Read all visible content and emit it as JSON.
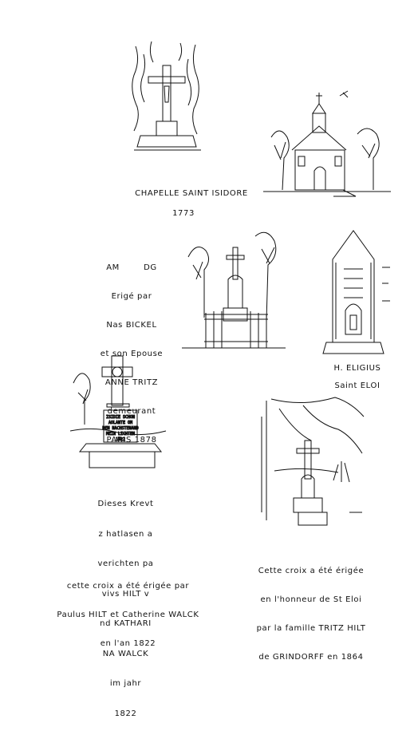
{
  "chapelle": {
    "title": "CHAPELLE SAINT ISIDORE",
    "year": "1773"
  },
  "bickel": {
    "lines": [
      "AM        DG",
      "Erigé par",
      "Nas BICKEL",
      "et son Epouse",
      "ANNE TRITZ",
      "demeurant",
      "PARIS 1878"
    ]
  },
  "eligius": {
    "name": "H. ELIGIUS",
    "subtitle": "Saint ELOI"
  },
  "hilt": {
    "german_lines": [
      "Dieses Krevt",
      "z hatlasen a",
      "verichten pa",
      "vivs HILT v",
      "nd KATHARI",
      "NA WALCK",
      "im jahr",
      "1822"
    ],
    "french_lines": [
      "cette croix a été érigée par",
      "Paulus HILT et Catherine WALCK",
      "en l'an 1822"
    ]
  },
  "tritz": {
    "lines": [
      "Cette croix a été érigée",
      "en l'honneur de St Eloi",
      "par la famille TRITZ HILT",
      "de GRINDORFF en 1864"
    ]
  },
  "cross_plaque": {
    "lines": [
      "ISIDIE SCHON",
      "AOLANTE OM",
      "DEN NACHSTENAND",
      "MEIN LICHTEN",
      "1822"
    ]
  }
}
